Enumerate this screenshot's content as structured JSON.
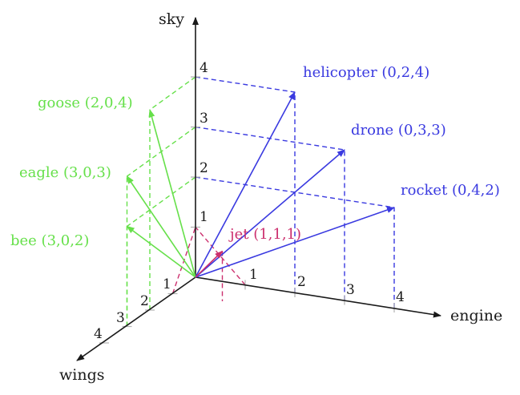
{
  "axes": {
    "sky": "sky",
    "engine": "engine",
    "wings": "wings"
  },
  "ticks": {
    "sky": [
      "1",
      "2",
      "3",
      "4"
    ],
    "engine": [
      "1",
      "2",
      "3",
      "4"
    ],
    "wings": [
      "1",
      "2",
      "3",
      "4"
    ]
  },
  "vectors": [
    {
      "label": "goose (2,0,4)",
      "coords": [
        2,
        0,
        4
      ],
      "group": "wings"
    },
    {
      "label": "eagle (3,0,3)",
      "coords": [
        3,
        0,
        3
      ],
      "group": "wings"
    },
    {
      "label": "bee (3,0,2)",
      "coords": [
        3,
        0,
        2
      ],
      "group": "wings"
    },
    {
      "label": "helicopter (0,2,4)",
      "coords": [
        0,
        2,
        4
      ],
      "group": "engine"
    },
    {
      "label": "drone (0,3,3)",
      "coords": [
        0,
        3,
        3
      ],
      "group": "engine"
    },
    {
      "label": "rocket (0,4,2)",
      "coords": [
        0,
        4,
        2
      ],
      "group": "engine"
    },
    {
      "label": "jet (1,1,1)",
      "coords": [
        1,
        1,
        1
      ],
      "group": "mixed"
    }
  ],
  "colors": {
    "wings": "#66e04a",
    "engine": "#3a3ae0",
    "mixed": "#cc2f6e",
    "axis": "#1a1a1a"
  }
}
